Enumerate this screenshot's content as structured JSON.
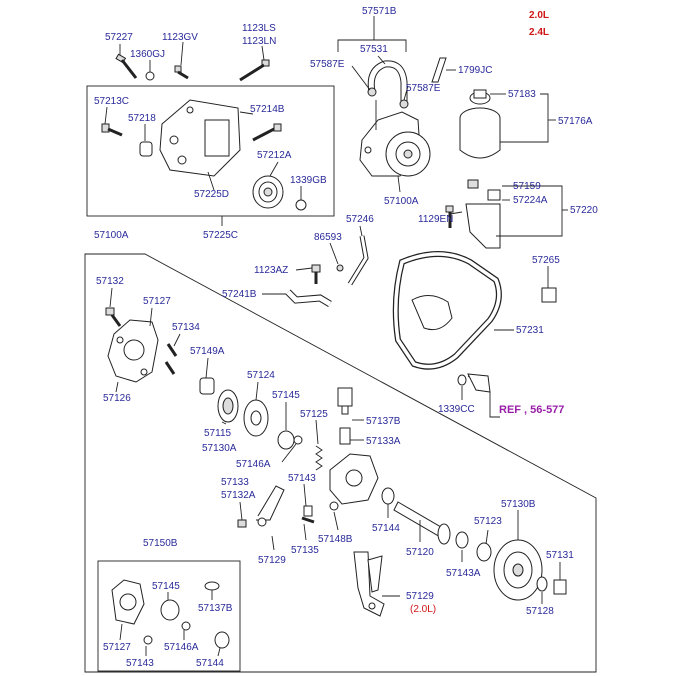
{
  "version": {
    "v1": "2.0L",
    "v2": "2.4L"
  },
  "reference": "REF , 56-577",
  "labels": {
    "p57571B": "57571B",
    "p57227": "57227",
    "p1123GV": "1123GV",
    "p1123LS": "1123LS",
    "p1123LN": "1123LN",
    "p1360GJ": "1360GJ",
    "p57531": "57531",
    "p57587E_a": "57587E",
    "p57587E_b": "57587E",
    "p1799JC": "1799JC",
    "p57183": "57183",
    "p57176A": "57176A",
    "p57213C": "57213C",
    "p57218": "57218",
    "p57214B": "57214B",
    "p57212A": "57212A",
    "p1339GB": "1339GB",
    "p57225D": "57225D",
    "p57225C": "57225C",
    "p57100A_top": "57100A",
    "p57159": "57159",
    "p57224A": "57224A",
    "p57220": "57220",
    "p1129EN": "1129EN",
    "p57246": "57246",
    "p86593": "86593",
    "p57100A": "57100A",
    "p1123AZ": "1123AZ",
    "p57265": "57265",
    "p57241B": "57241B",
    "p57132": "57132",
    "p57127": "57127",
    "p57134": "57134",
    "p57231": "57231",
    "p57149A": "57149A",
    "p57124": "57124",
    "p57145": "57145",
    "p57126": "57126",
    "p1339CC": "1339CC",
    "p57125": "57125",
    "p57137B": "57137B",
    "p57115": "57115",
    "p57130A": "57130A",
    "p57133A": "57133A",
    "p57146A": "57146A",
    "p57143": "57143",
    "p57133": "57133",
    "p57132A": "57132A",
    "p57130B": "57130B",
    "p57123": "57123",
    "p57144": "57144",
    "p57148B": "57148B",
    "p57135": "57135",
    "p57129": "57129",
    "p57120": "57120",
    "p57131": "57131",
    "p57143A": "57143A",
    "p57150B": "57150B",
    "p57129_b": "57129",
    "p20L": "(2.0L)",
    "p57128": "57128",
    "k57145": "57145",
    "k57137B": "57137B",
    "k57127": "57127",
    "k57146A": "57146A",
    "k57143": "57143",
    "k57144": "57144"
  }
}
